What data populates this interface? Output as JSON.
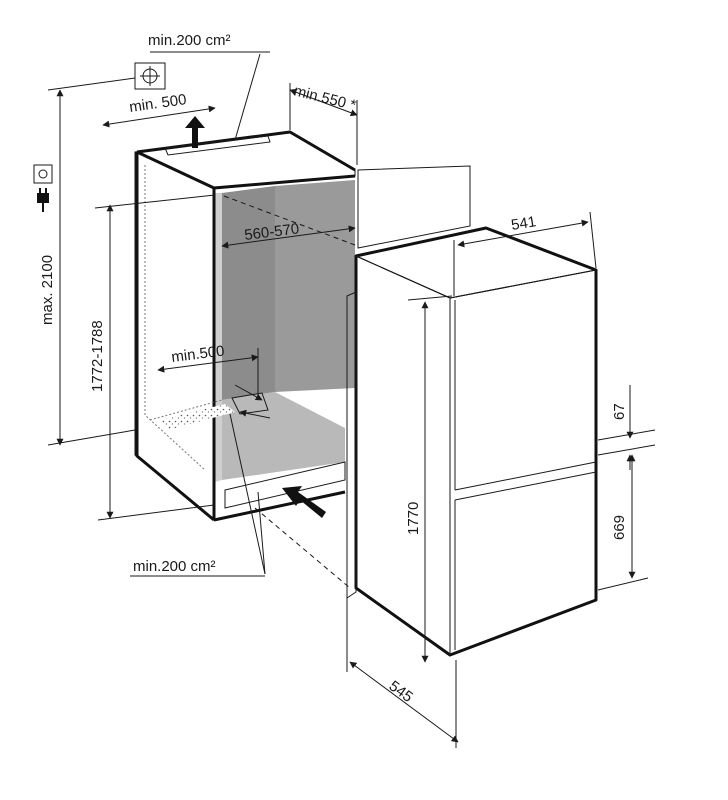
{
  "labels": {
    "top_vent_area": "min.200 cm²",
    "top_depth_min": "min. 500",
    "side_clearance": "min.550 *",
    "max_height": "max. 2100",
    "niche_height": "1772-1788",
    "niche_width": "560-570",
    "floor_depth_min": "min.500",
    "bottom_vent_area": "min.200 cm²",
    "appliance_width": "541",
    "appliance_height": "1770",
    "appliance_depth": "545",
    "upper_gap": "67",
    "freezer_height": "669"
  },
  "icons": [
    "socket-icon",
    "plug-icon",
    "air-vent-icon",
    "airflow-out-arrow-icon",
    "airflow-in-arrow-icon"
  ],
  "colors": {
    "line": "#1a1a1a",
    "niche_shadow": "#8c8c8c",
    "niche_floor": "#b9b9b9",
    "door": "#e2e2e2"
  }
}
